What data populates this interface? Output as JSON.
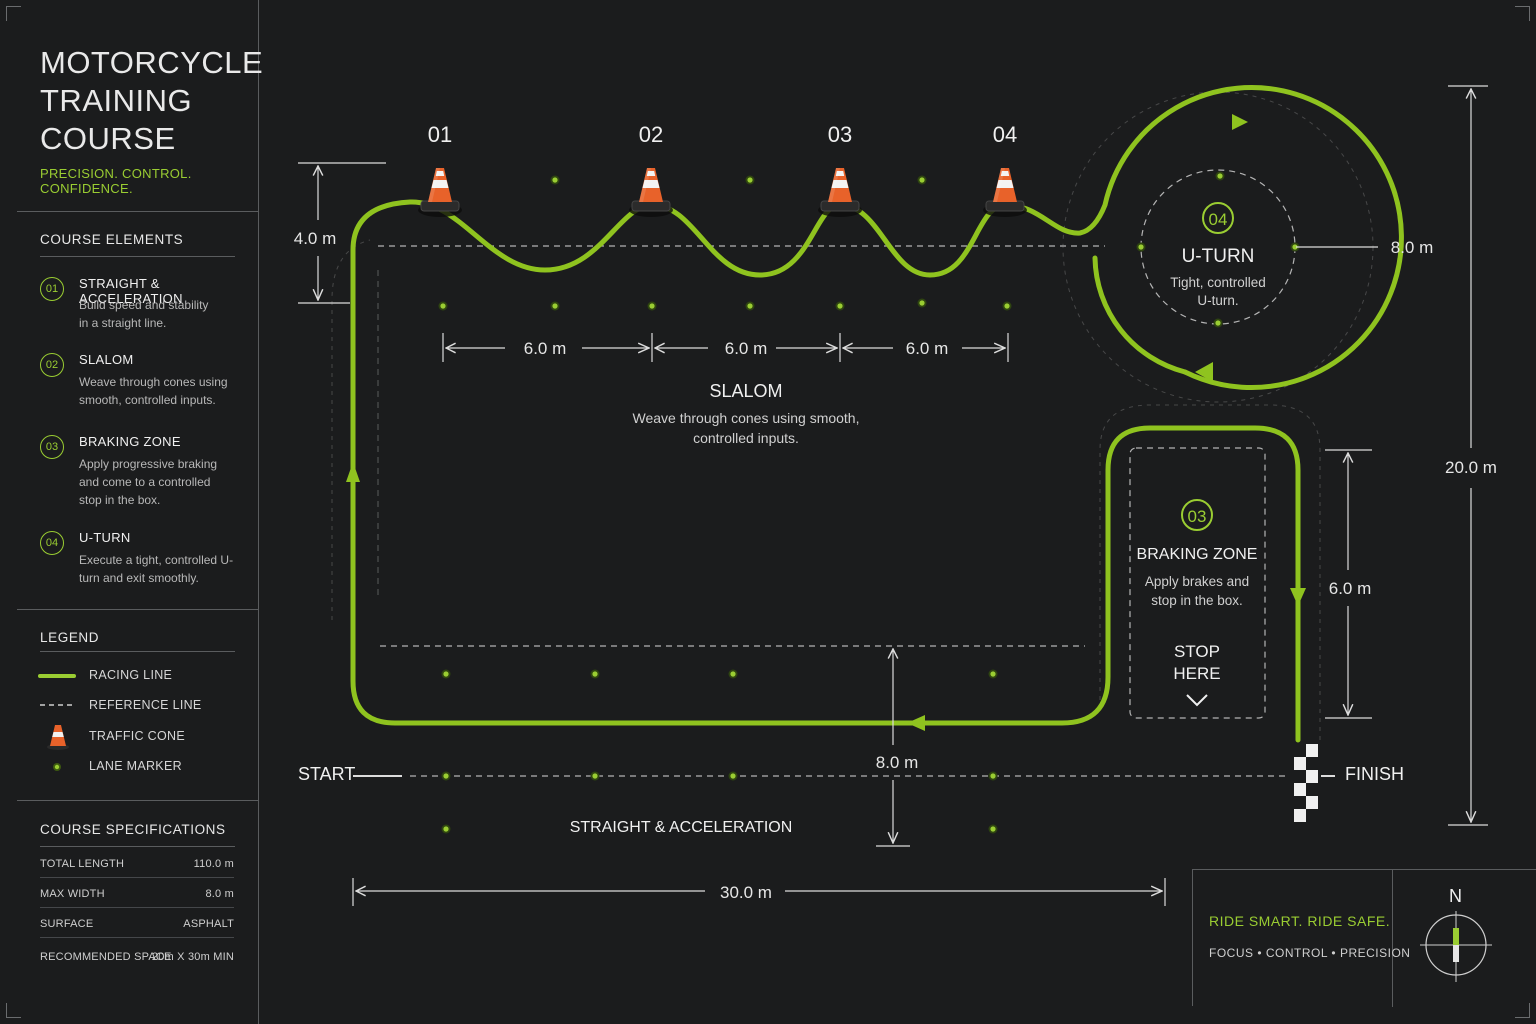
{
  "header": {
    "title_lines": [
      "MOTORCYCLE",
      "TRAINING",
      "COURSE"
    ],
    "tagline": "PRECISION. CONTROL. CONFIDENCE."
  },
  "course_elements": {
    "heading": "COURSE ELEMENTS",
    "items": [
      {
        "num": "01",
        "title": "STRAIGHT & ACCELERATION",
        "desc": "Build speed and stability in a straight line."
      },
      {
        "num": "02",
        "title": "SLALOM",
        "desc": "Weave through cones using smooth, controlled inputs."
      },
      {
        "num": "03",
        "title": "BRAKING ZONE",
        "desc": "Apply progressive braking and come to a controlled stop in the box."
      },
      {
        "num": "04",
        "title": "U-TURN",
        "desc": "Execute a tight, controlled U-turn and exit smoothly."
      }
    ]
  },
  "legend": {
    "heading": "LEGEND",
    "items": [
      {
        "label": "RACING LINE",
        "icon": "racing-line"
      },
      {
        "label": "REFERENCE LINE",
        "icon": "reference-line"
      },
      {
        "label": "TRAFFIC CONE",
        "icon": "traffic-cone-icon"
      },
      {
        "label": "LANE MARKER",
        "icon": "lane-marker-icon"
      }
    ]
  },
  "specs": {
    "heading": "COURSE SPECIFICATIONS",
    "rows": [
      {
        "label": "TOTAL LENGTH",
        "value": "110.0 m"
      },
      {
        "label": "MAX WIDTH",
        "value": "8.0 m"
      },
      {
        "label": "SURFACE",
        "value": "ASPHALT"
      },
      {
        "label": "RECOMMENDED SPACE",
        "value": "20m X 30m MIN"
      }
    ]
  },
  "diagram": {
    "cone_numbers": [
      "01",
      "02",
      "03",
      "04"
    ],
    "slalom": {
      "title": "SLALOM",
      "desc_lines": [
        "Weave through cones using smooth,",
        "controlled inputs."
      ]
    },
    "uturn": {
      "num": "04",
      "title": "U-TURN",
      "desc_lines": [
        "Tight, controlled",
        "U-turn."
      ]
    },
    "braking": {
      "num": "03",
      "title": "BRAKING ZONE",
      "desc_lines": [
        "Apply brakes and",
        "stop in the box."
      ],
      "stop_lines": [
        "STOP",
        "HERE"
      ]
    },
    "start_label": "START",
    "finish_label": "FINISH",
    "straight_label": "STRAIGHT & ACCELERATION",
    "dimensions": {
      "slalom_height": "4.0 m",
      "cone_spacing": [
        "6.0 m",
        "6.0 m",
        "6.0 m"
      ],
      "uturn_diameter": "8.0 m",
      "total_height": "20.0 m",
      "braking_length": "6.0 m",
      "straight_width": "8.0 m",
      "total_width": "30.0 m"
    }
  },
  "footer": {
    "slogan": "RIDE SMART. RIDE SAFE.",
    "subline": "FOCUS • CONTROL • PRECISION",
    "compass_letter": "N"
  },
  "colors": {
    "accent": "#9acd32",
    "background": "#1b1c1d",
    "cone": "#e8622a"
  }
}
